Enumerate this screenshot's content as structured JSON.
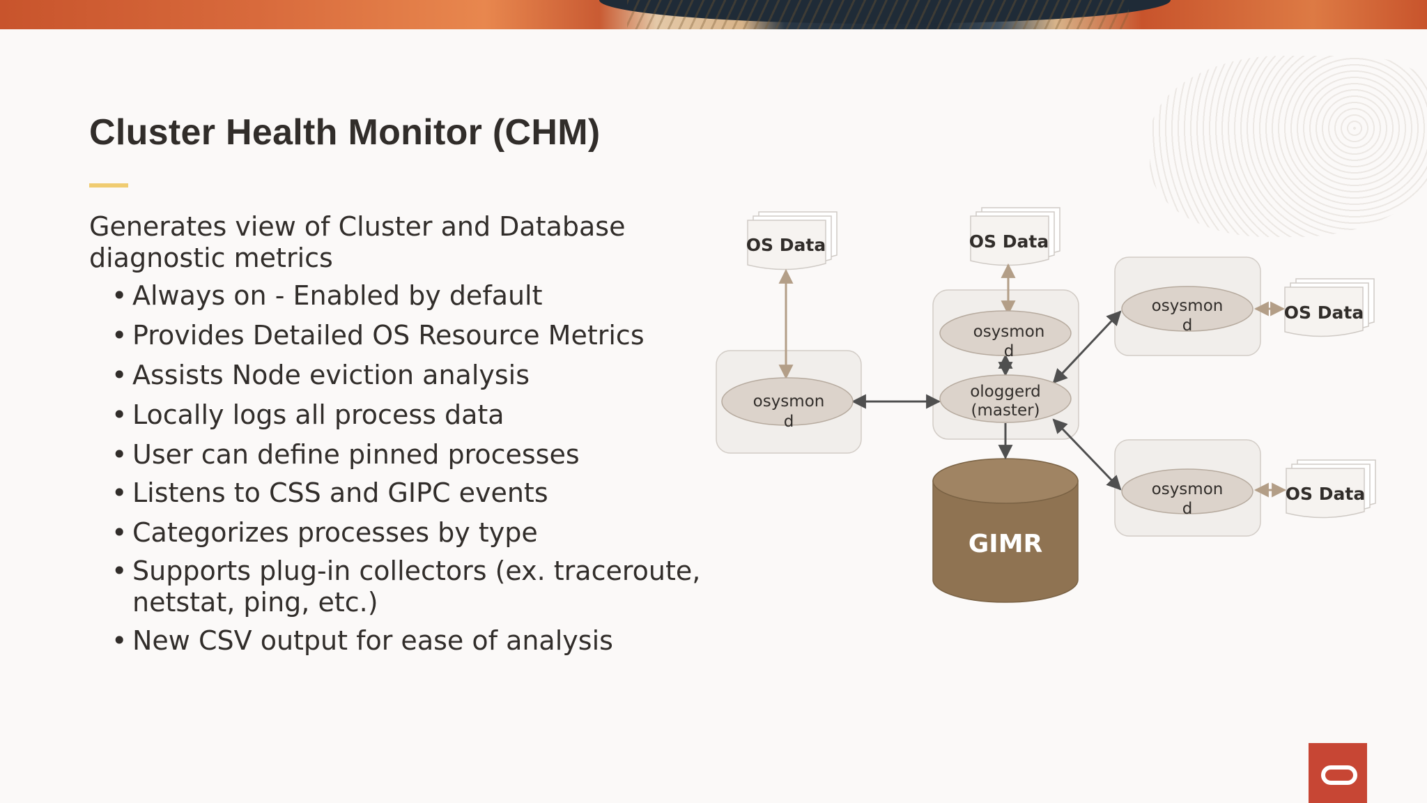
{
  "slide": {
    "title": "Cluster Health Monitor (CHM)",
    "intro": "Generates view of Cluster and Database diagnostic metrics",
    "bullets": [
      "Always on - Enabled by default",
      "Provides Detailed OS Resource Metrics",
      "Assists Node eviction analysis",
      "Locally logs all process data",
      "User can define pinned processes",
      "Listens to CSS and GIPC events",
      "Categorizes processes by type",
      "Supports plug-in collectors (ex. traceroute, netstat, ping, etc.)",
      "New CSV output for ease of analysis"
    ]
  },
  "diagram": {
    "os_data_label": "OS Data",
    "osysmond_line1": "osysmon",
    "osysmond_line2": "d",
    "ologgerd_line1": "ologgerd",
    "ologgerd_line2": "(master)",
    "gimr_label": "GIMR"
  },
  "colors": {
    "accent_yellow": "#f0cc71",
    "brand_red": "#c74634",
    "gimr_fill": "#8f7352",
    "ellipse_fill": "#dcd3cb",
    "arrow_tan": "#b39e87",
    "arrow_dark": "#4f4f4f"
  },
  "icons": {
    "logo": "oracle-logo-icon"
  }
}
